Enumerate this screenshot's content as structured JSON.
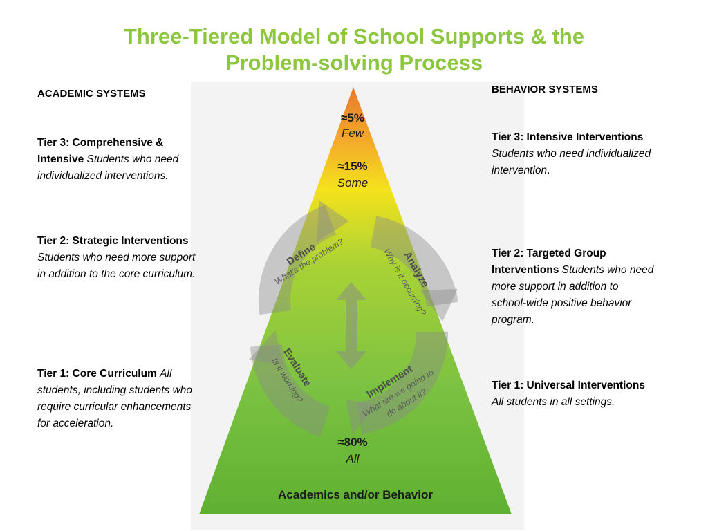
{
  "title": {
    "line1": "Three-Tiered Model of School Supports & the",
    "line2": "Problem-solving Process"
  },
  "academic": {
    "heading": "ACADEMIC SYSTEMS",
    "tier3": {
      "label": "Tier 3: Comprehensive & Intensive",
      "desc": "Students who need individualized interventions."
    },
    "tier2": {
      "label": "Tier 2:  Strategic Interventions",
      "desc": "Students who need more support in addition to the core curriculum."
    },
    "tier1": {
      "label": "Tier 1: Core Curriculum",
      "desc": "All students, including students who require curricular enhancements for acceleration."
    }
  },
  "behavior": {
    "heading": "BEHAVIOR SYSTEMS",
    "tier3": {
      "label": "Tier 3: Intensive Interventions",
      "desc": "Students who need individualized intervention",
      "tail": "."
    },
    "tier2": {
      "label": "Tier 2: Targeted Group Interventions",
      "desc": "Students who need more support in addition to school-wide positive behavior program."
    },
    "tier1": {
      "label": "Tier 1: Universal Interventions",
      "desc": "All students in all settings."
    }
  },
  "pyramid": {
    "top": {
      "pct": "≈5%",
      "label": "Few"
    },
    "mid": {
      "pct": "≈15%",
      "label": "Some"
    },
    "base": {
      "pct": "≈80%",
      "label": "All"
    },
    "footer": "Academics and/or Behavior",
    "colors": {
      "top": "#e8792b",
      "yellow": "#f4e21c",
      "green": "#7cc242",
      "base": "#5fb031"
    }
  },
  "cycle": {
    "define": {
      "label": "Define",
      "question": "What's the problem?"
    },
    "analyze": {
      "label": "Analyze",
      "question": "Why is it occurring?"
    },
    "implement": {
      "label": "Implement",
      "question1": "What are we going to",
      "question2": "do about it?"
    },
    "evaluate": {
      "label": "Evaluate",
      "question": "Is it working?"
    }
  }
}
